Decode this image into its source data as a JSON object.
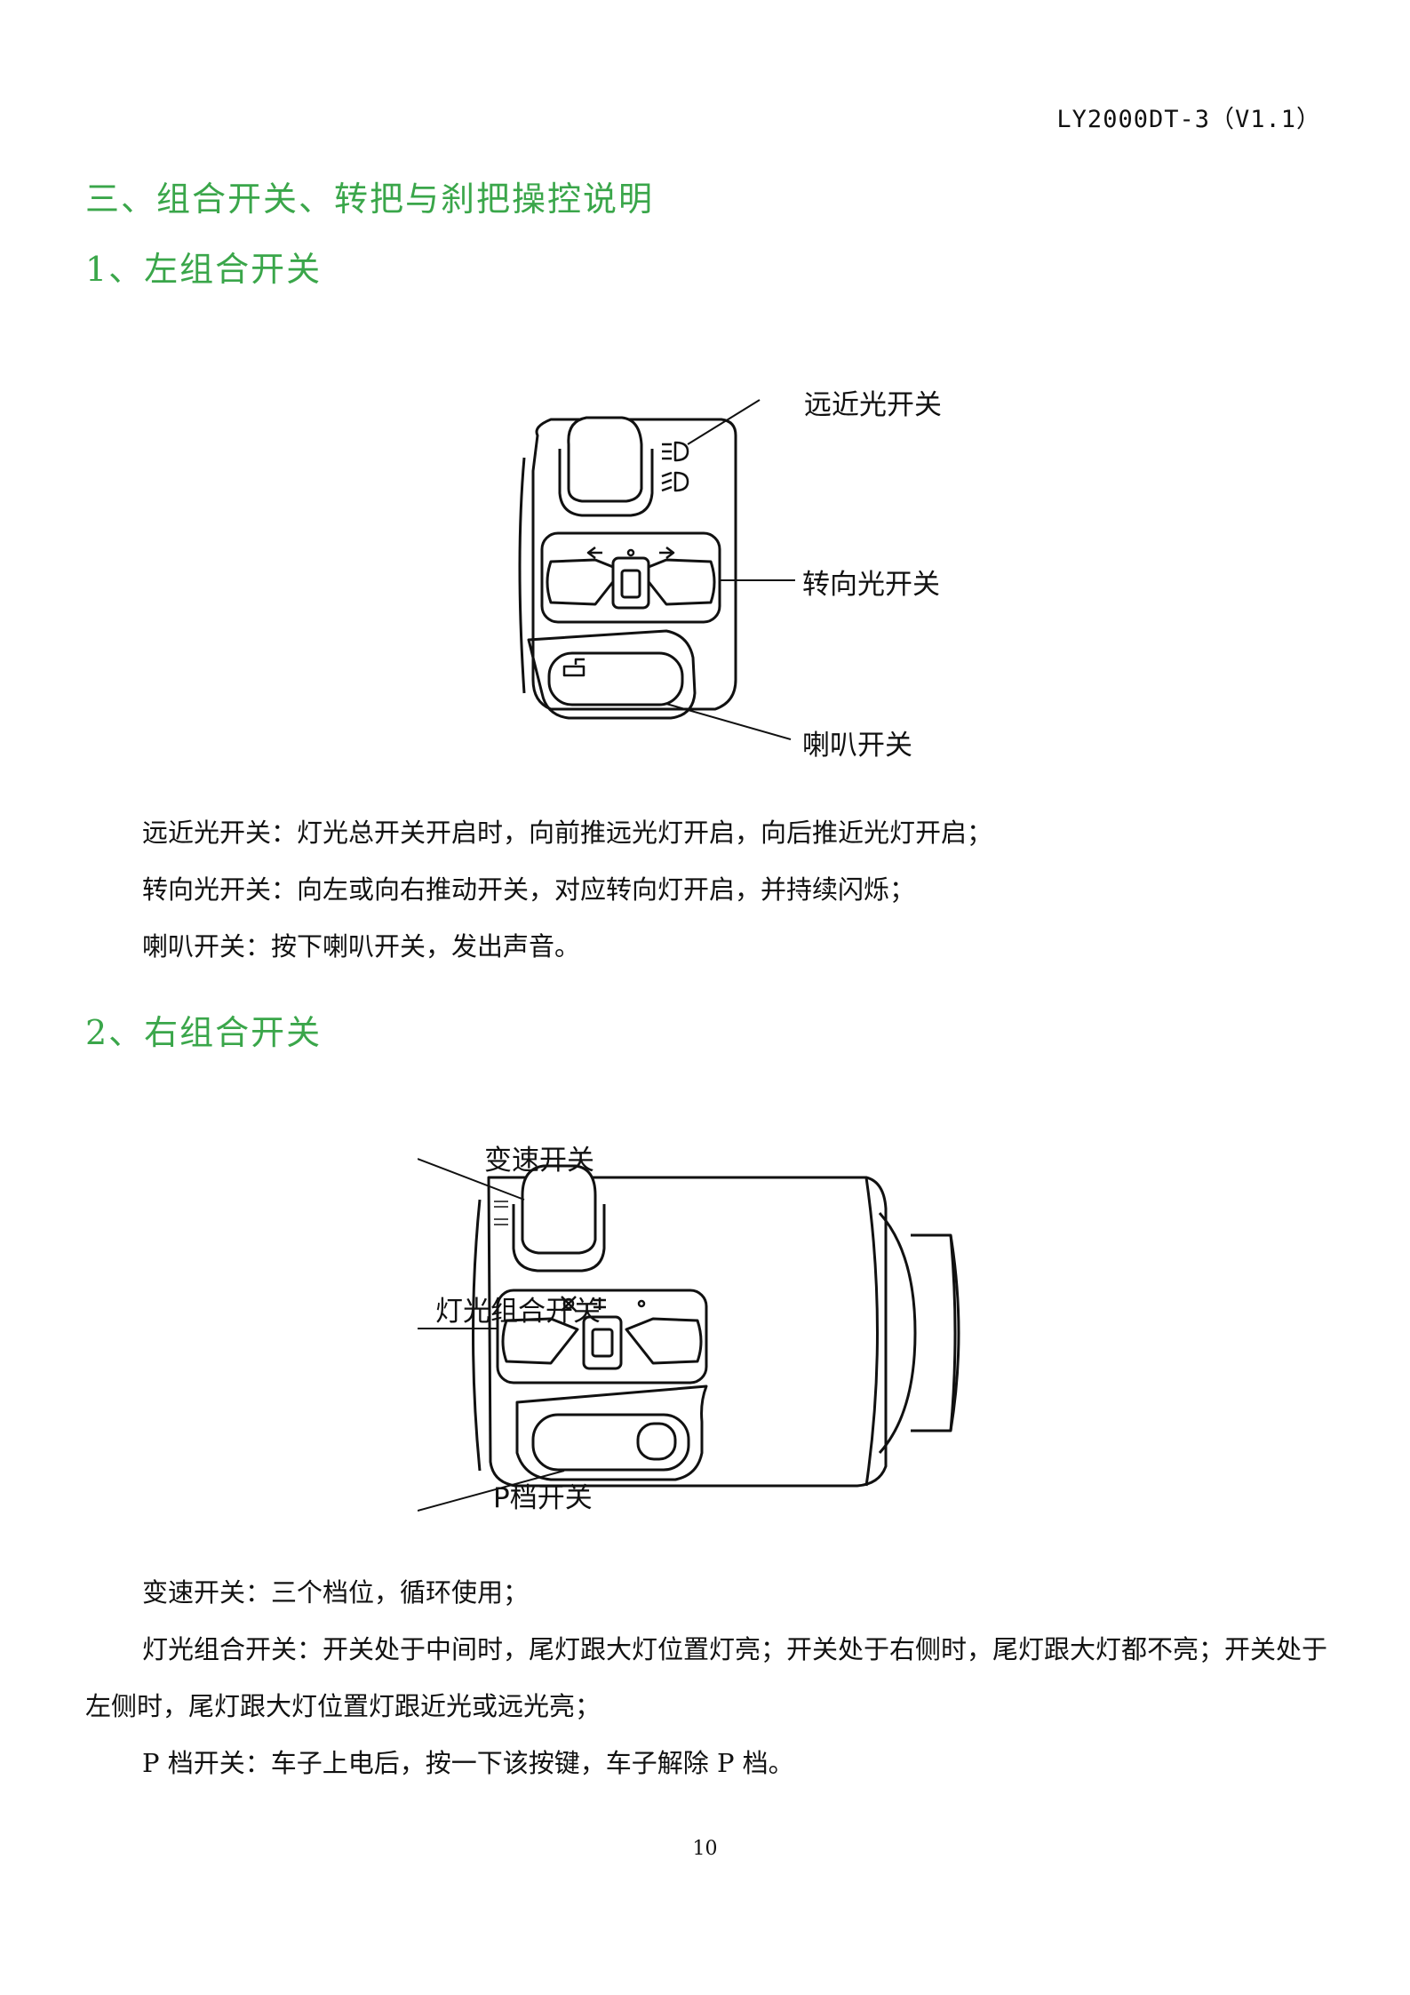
{
  "header": {
    "doc_code": "LY2000DT-3（V1.1）"
  },
  "section": {
    "title": "三、组合开关、转把与刹把操控说明"
  },
  "left_switch": {
    "heading": "1、左组合开关",
    "callouts": {
      "beam": "远近光开关",
      "turn": "转向光开关",
      "horn": "喇叭开关"
    },
    "paragraphs": [
      "远近光开关：灯光总开关开启时，向前推远光灯开启，向后推近光灯开启；",
      "转向光开关：向左或向右推动开关，对应转向灯开启，并持续闪烁；",
      "喇叭开关：按下喇叭开关，发出声音。"
    ]
  },
  "right_switch": {
    "heading": "2、右组合开关",
    "callouts": {
      "speed": "变速开关",
      "light": "灯光组合开关",
      "park": "P档开关"
    },
    "paragraphs": [
      "变速开关：三个档位，循环使用；",
      "灯光组合开关：开关处于中间时，尾灯跟大灯位置灯亮；开关处于右侧时，尾灯跟大灯都不亮；开关处于左侧时，尾灯跟大灯位置灯跟近光或远光亮；",
      "P 档开关：车子上电后，按一下该按键，车子解除 P 档。"
    ]
  },
  "footer": {
    "page_number": "10"
  }
}
